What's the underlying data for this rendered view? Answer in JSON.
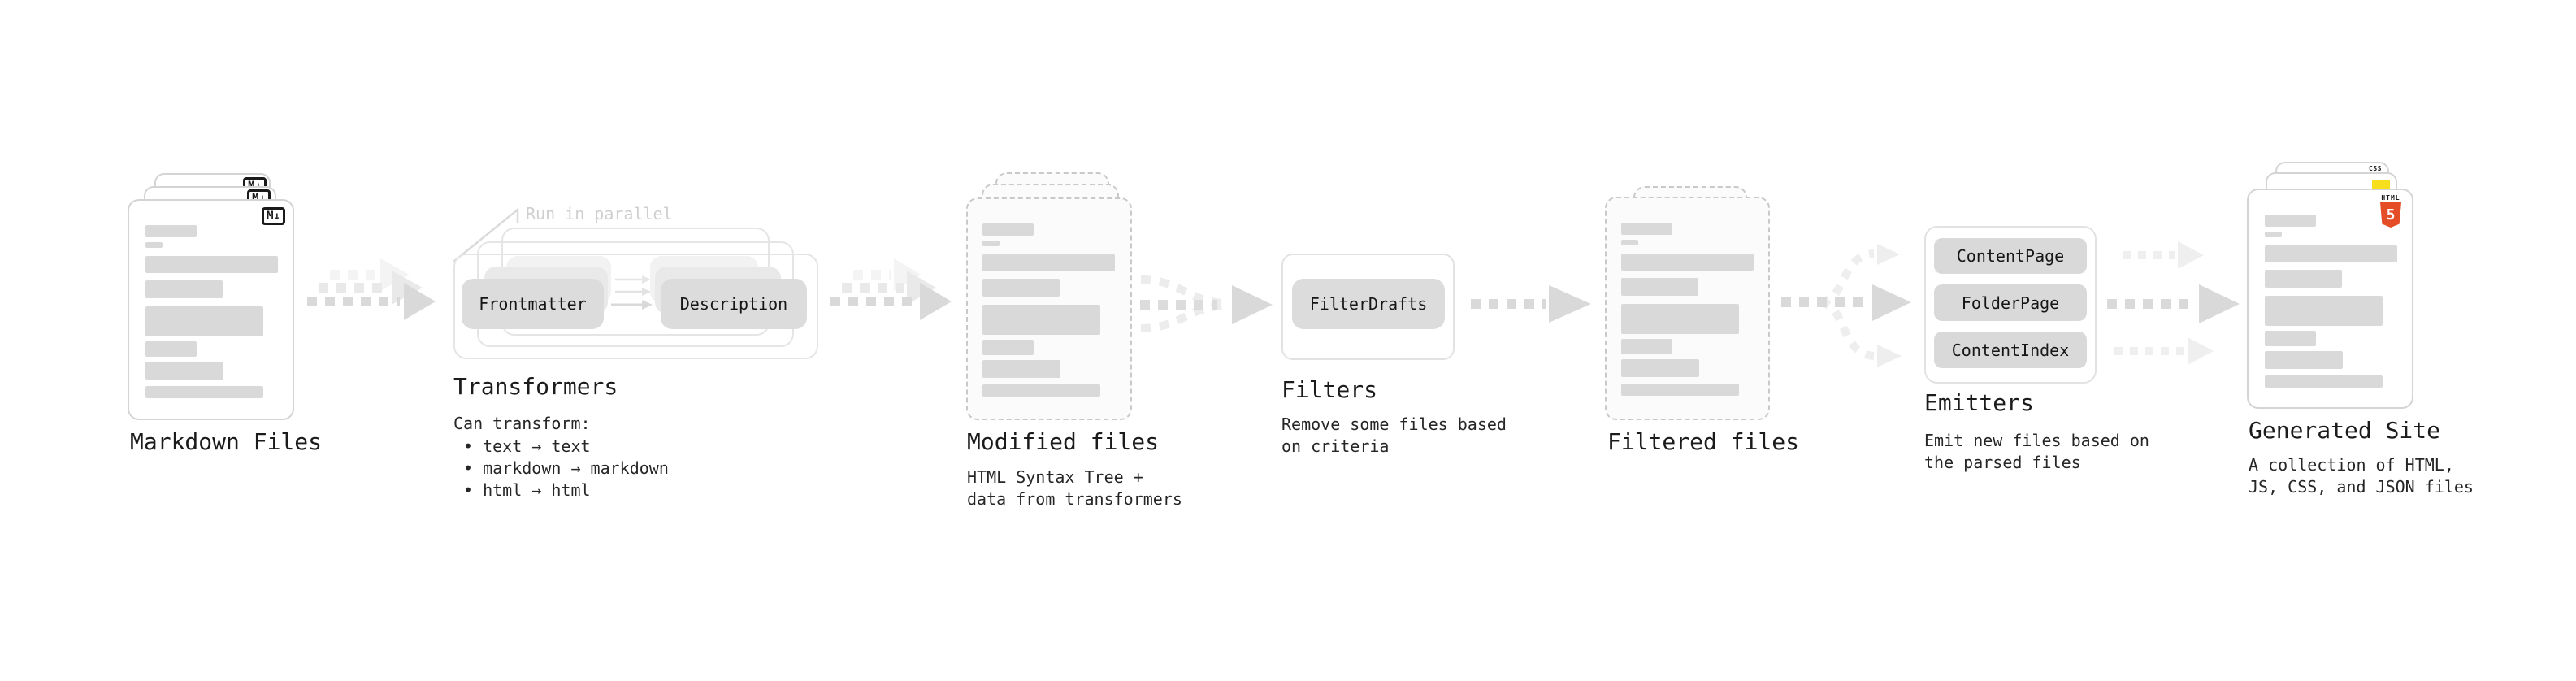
{
  "nodes": {
    "markdown": {
      "label": "Markdown Files",
      "badge": "M↓"
    },
    "transformers": {
      "label": "Transformers",
      "annotation": "Run in parallel",
      "pill_frontmatter": "Frontmatter",
      "pill_description": "Description",
      "caption": "Can transform:",
      "bullet1": "• text → text",
      "bullet2": "• markdown → markdown",
      "bullet3": "• html → html"
    },
    "modified": {
      "label": "Modified files",
      "caption1": "HTML Syntax Tree +",
      "caption2": "data from transformers"
    },
    "filters": {
      "label": "Filters",
      "pill": "FilterDrafts",
      "caption1": "Remove some files based",
      "caption2": "on criteria"
    },
    "filtered": {
      "label": "Filtered files"
    },
    "emitters": {
      "label": "Emitters",
      "pill1": "ContentPage",
      "pill2": "FolderPage",
      "pill3": "ContentIndex",
      "caption1": "Emit new files based on",
      "caption2": "the parsed files"
    },
    "generated": {
      "label": "Generated Site",
      "caption1": "A collection of HTML,",
      "caption2": "JS, CSS, and JSON files",
      "badge_css": "CSS",
      "badge_html_word": "HTML",
      "badge_html_number": "5"
    }
  },
  "colors": {
    "arrow_dark": "#d9d9d9",
    "arrow_mid": "#e9e9e9",
    "arrow_light": "#f4f4f4",
    "bar": "#d9d9d9",
    "css_blue": "#2965f1",
    "js_yellow": "#f7df1e",
    "html_orange": "#e44d26"
  }
}
